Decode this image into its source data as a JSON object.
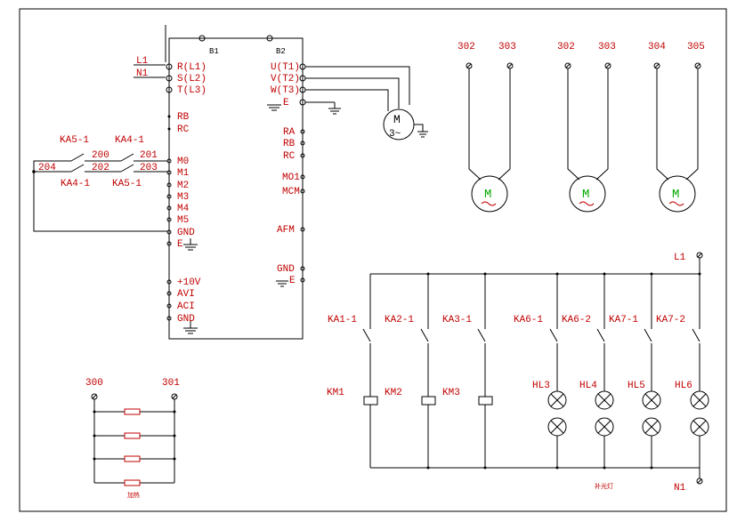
{
  "vfd": {
    "bus_labels": [
      "B1",
      "B2"
    ],
    "power_inputs": [
      "L1",
      "N1"
    ],
    "input_terminals": [
      "R(L1)",
      "S(L2)",
      "T(L3)"
    ],
    "output_terminals": [
      "U(T1)",
      "V(T2)",
      "W(T3)",
      "E"
    ],
    "relay_left": [
      "RB",
      "RC"
    ],
    "control_inputs": [
      "M0",
      "M1",
      "M2",
      "M3",
      "M4",
      "M5",
      "GND",
      "E"
    ],
    "relay_right": [
      "RA",
      "RB",
      "RC"
    ],
    "digital_out": [
      "MO1",
      "MCM"
    ],
    "analog_out": "AFM",
    "gnd_e": [
      "GND",
      "E"
    ],
    "analog_in": [
      "+10V",
      "AVI",
      "ACI",
      "GND"
    ]
  },
  "motor_main": {
    "top": "M",
    "bottom": "3~"
  },
  "control_contacts": {
    "top_labels": [
      "KA5-1",
      "KA4-1"
    ],
    "bottom_labels": [
      "KA4-1",
      "KA5-1"
    ],
    "wires": [
      "200",
      "201",
      "202",
      "203",
      "204"
    ]
  },
  "fan_motors": [
    {
      "terminals": [
        "302",
        "303"
      ],
      "label": "M"
    },
    {
      "terminals": [
        "302",
        "303"
      ],
      "label": "M"
    },
    {
      "terminals": [
        "304",
        "305"
      ],
      "label": "M"
    }
  ],
  "heater": {
    "terminals": [
      "300",
      "301"
    ],
    "caption": "加热"
  },
  "relay_circuit": {
    "supply_top": "L1",
    "supply_bottom": "N1",
    "contacts": [
      "KA1-1",
      "KA2-1",
      "KA3-1",
      "KA6-1",
      "KA6-2",
      "KA7-1",
      "KA7-2"
    ],
    "coils": [
      "KM1",
      "KM2",
      "KM3"
    ],
    "lamps": [
      "HL3",
      "HL4",
      "HL5",
      "HL6"
    ],
    "lamp_caption": "补光灯"
  },
  "colors": {
    "label_red": "#c00000",
    "line": "#000000",
    "motor_symbol": "#00aa00"
  }
}
